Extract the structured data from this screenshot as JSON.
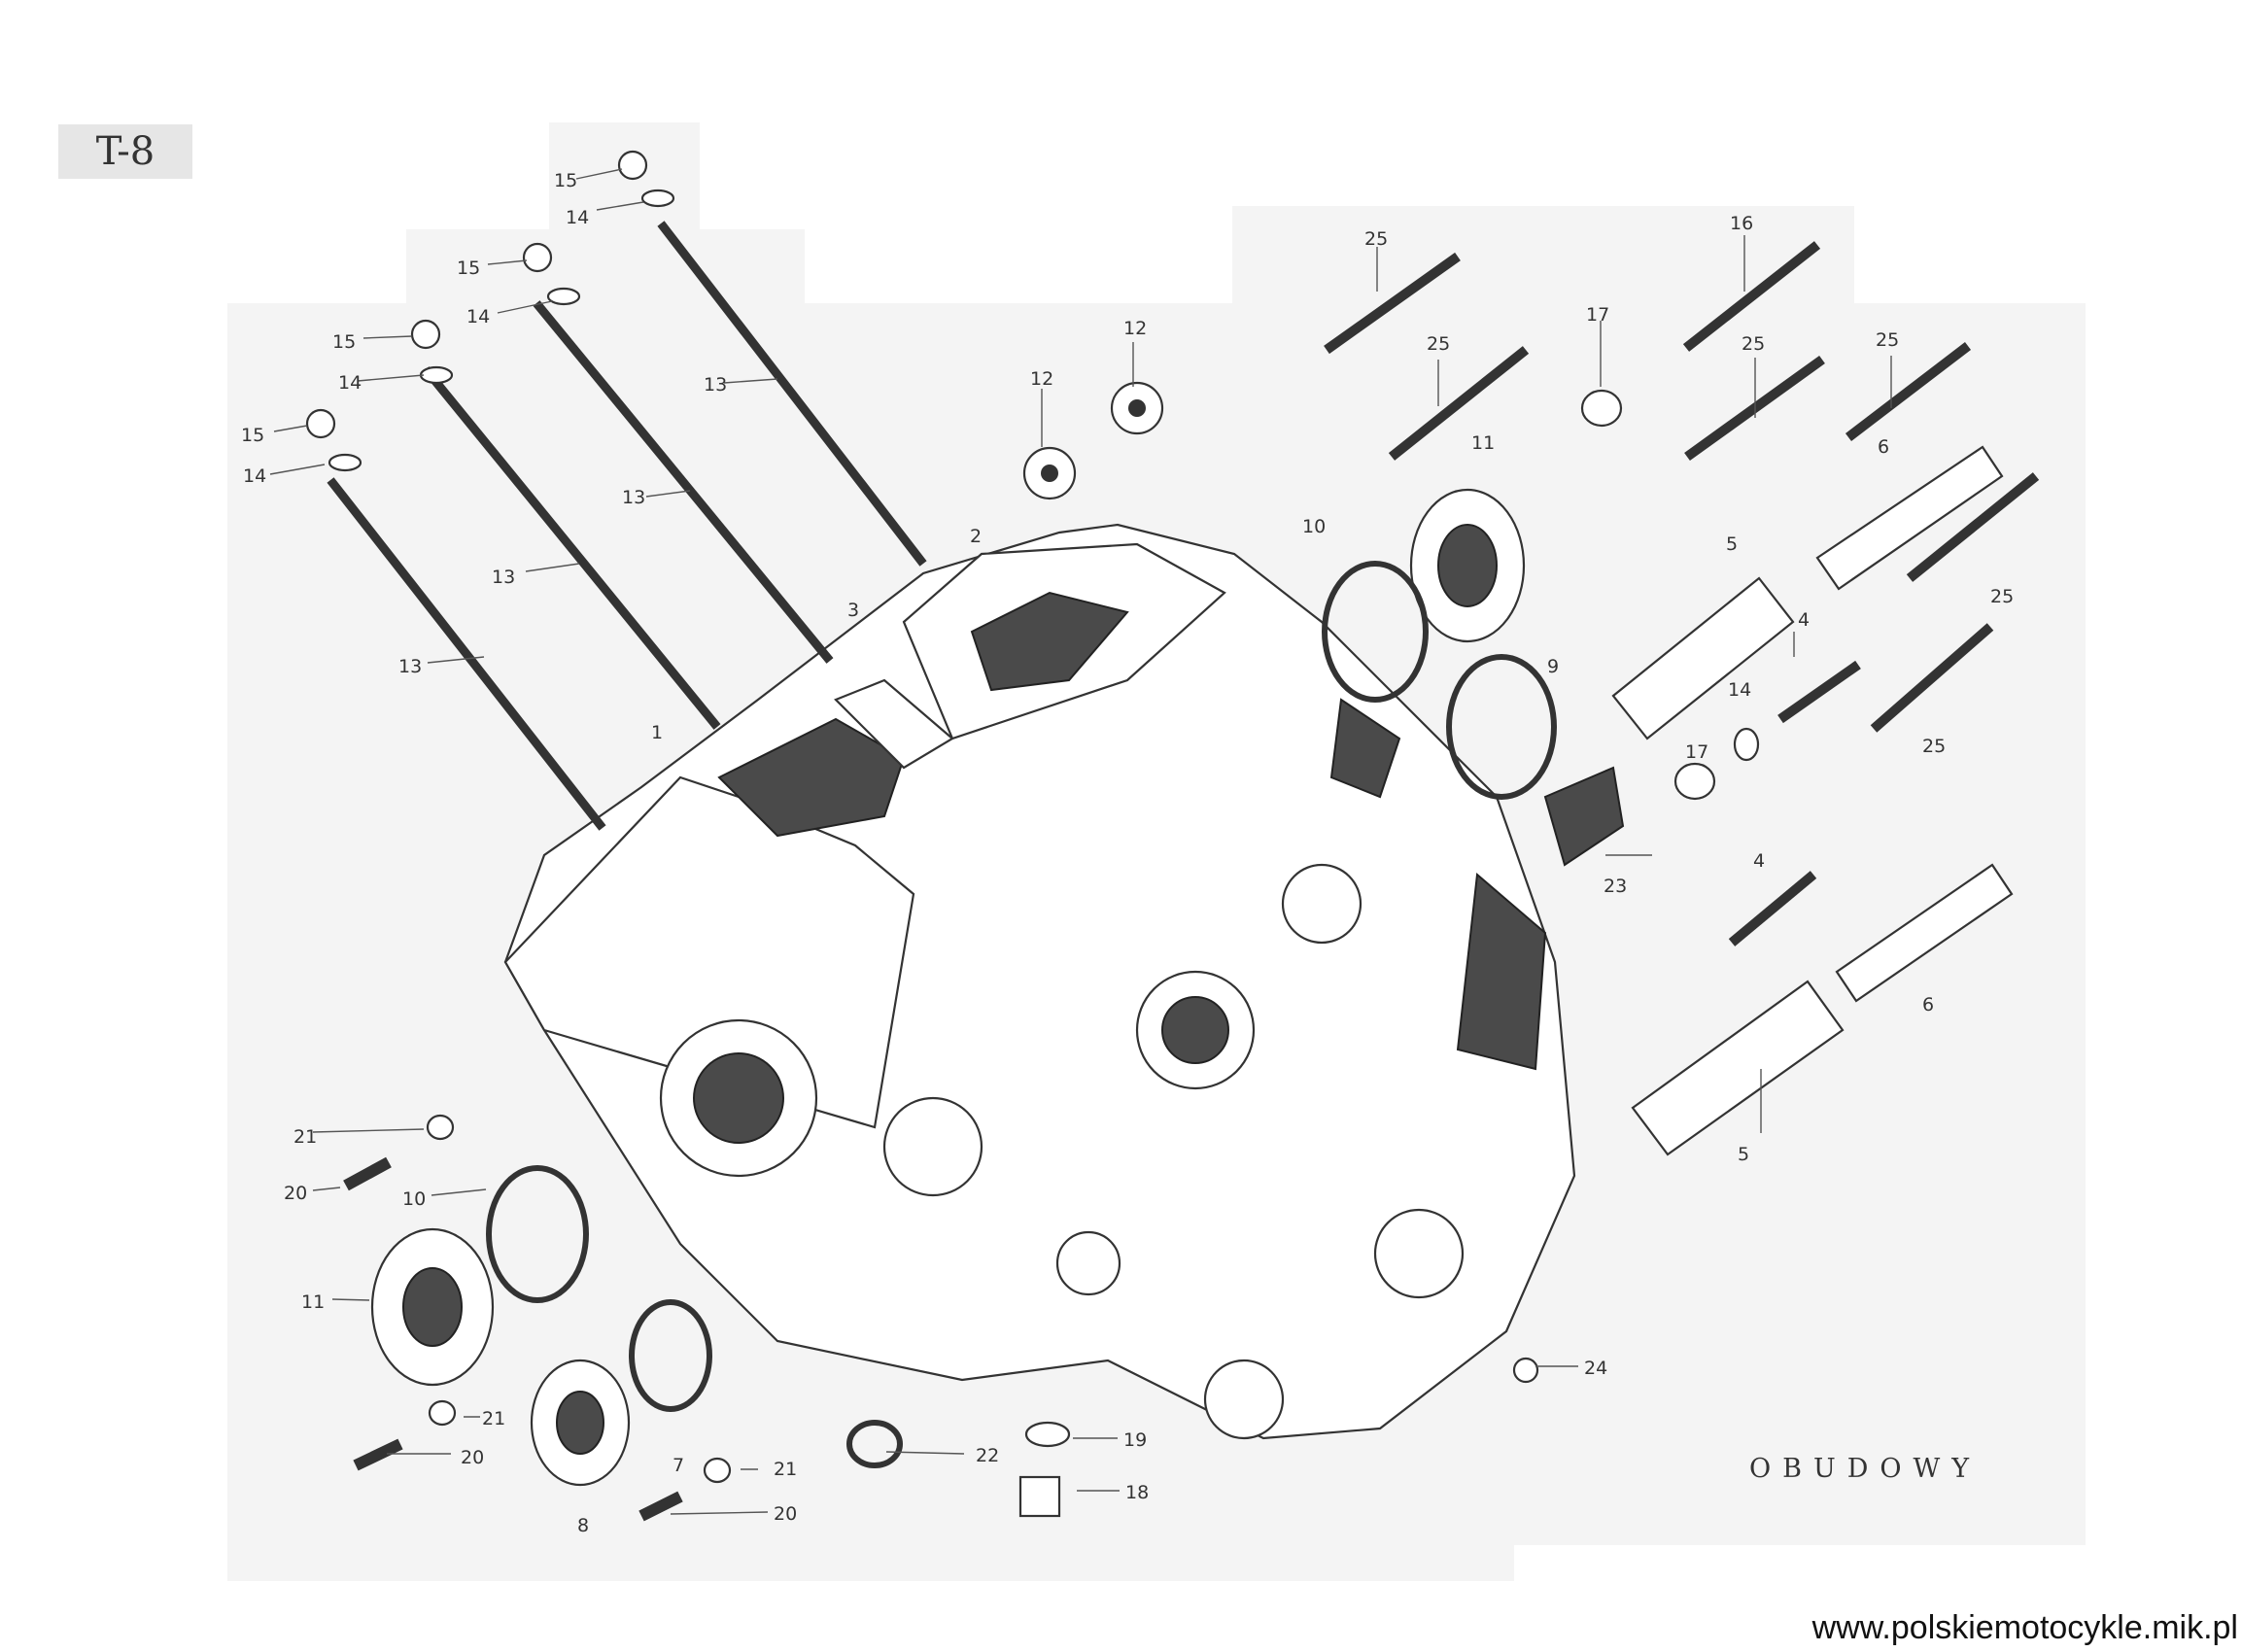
{
  "page_code": "T-8",
  "title": "OBUDOWY",
  "footer_url": "www.polskiemotocykle.mik.pl",
  "labels": {
    "l15a": "15",
    "l14a": "14",
    "l15b": "15",
    "l14b": "14",
    "l15c": "15",
    "l14c": "14",
    "l15d": "15",
    "l14d": "14",
    "l13a": "13",
    "l13b": "13",
    "l13c": "13",
    "l13d": "13",
    "l12a": "12",
    "l12b": "12",
    "l25a": "25",
    "l25b": "25",
    "l25c": "25",
    "l25d": "25",
    "l25e": "25",
    "l25f": "25",
    "l16": "16",
    "l17a": "17",
    "l17b": "17",
    "l14e": "14",
    "l11a": "11",
    "l11b": "11",
    "l10a": "10",
    "l10b": "10",
    "l9": "9",
    "l6a": "6",
    "l6b": "6",
    "l5a": "5",
    "l5b": "5",
    "l4a": "4",
    "l4b": "4",
    "l3": "3",
    "l2": "2",
    "l1": "1",
    "l23": "23",
    "l21a": "21",
    "l21b": "21",
    "l21c": "21",
    "l20a": "20",
    "l20b": "20",
    "l20c": "20",
    "l8": "8",
    "l7": "7",
    "l22": "22",
    "l19": "19",
    "l18": "18",
    "l24": "24"
  }
}
